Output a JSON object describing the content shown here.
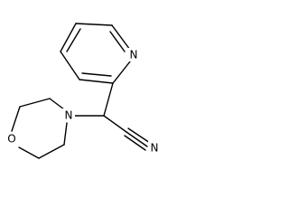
{
  "molecule": {
    "atoms": {
      "pyridine_n": "N",
      "morpholine_n": "N",
      "morpholine_o": "O",
      "nitrile_n": "N"
    }
  }
}
